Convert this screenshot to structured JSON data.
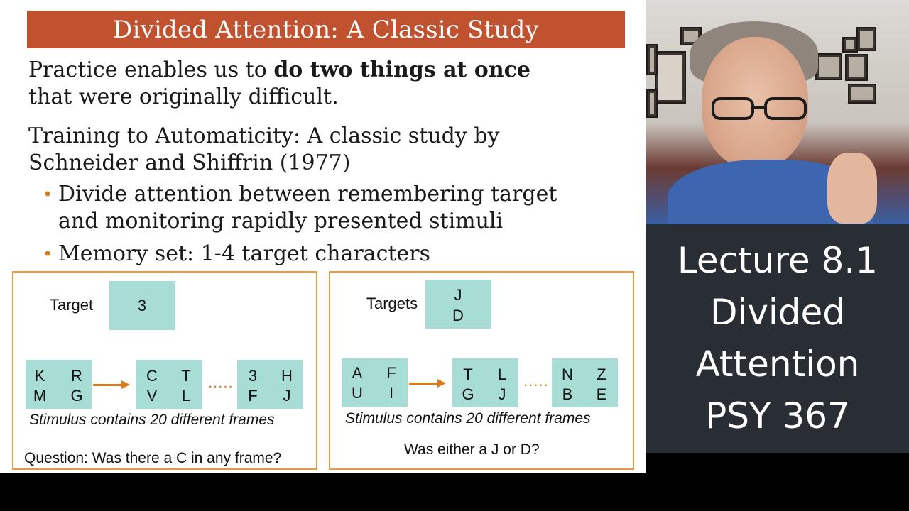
{
  "slide": {
    "title": "Divided Attention: A Classic Study",
    "intro_pre": "Practice enables us to ",
    "intro_bold": "do two things at once",
    "intro_line2": "that were originally difficult.",
    "study_line1": "Training to Automaticity: A classic study by",
    "study_line2": "Schneider and Shiffrin (1977)",
    "bullets": [
      {
        "line1": "Divide attention between remembering target",
        "line2": "and monitoring rapidly presented stimuli"
      },
      {
        "line1": "Memory set: 1-4 target characters"
      }
    ],
    "bullet_color": "#e07b1a",
    "title_color": "#c0522f",
    "box_color": "#a8ddd6",
    "panel_left": {
      "target_label": "Target",
      "target_chars": [
        "3"
      ],
      "frames": [
        [
          "K",
          "R",
          "M",
          "G"
        ],
        [
          "C",
          "T",
          "V",
          "L"
        ],
        [
          "3",
          "H",
          "F",
          "J"
        ]
      ],
      "dots": ".....",
      "caption": "Stimulus contains 20 different frames",
      "question": "Question: Was there a C in any frame?"
    },
    "panel_right": {
      "target_label": "Targets",
      "target_chars": [
        "J",
        "D"
      ],
      "frames": [
        [
          "A",
          "F",
          "U",
          "I"
        ],
        [
          "T",
          "L",
          "G",
          "J"
        ],
        [
          "N",
          "Z",
          "B",
          "E"
        ]
      ],
      "dots": ".....",
      "caption": "Stimulus contains 20 different frames",
      "question": "Was either a J or D?"
    }
  },
  "lecture_card": {
    "lines": [
      "Lecture 8.1",
      "Divided",
      "Attention",
      "PSY 367"
    ],
    "background": "#292d34"
  }
}
